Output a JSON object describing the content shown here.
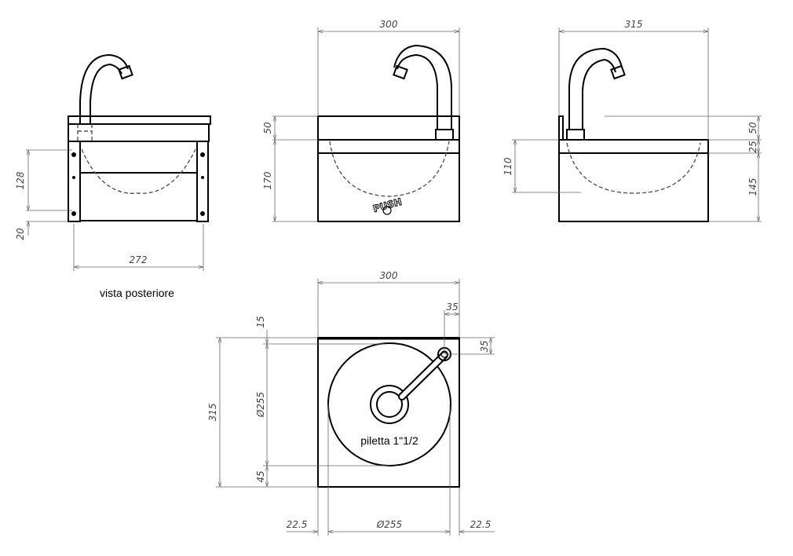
{
  "rear_view": {
    "label": "vista posteriore",
    "dims": {
      "hole_spacing": "128",
      "bottom": "20",
      "width": "272"
    }
  },
  "front_view": {
    "push_text": "PUSH",
    "dims": {
      "width": "300",
      "top": "50",
      "body": "170"
    }
  },
  "side_view": {
    "dims": {
      "depth": "315",
      "left": "110",
      "top": "50",
      "rim": "25",
      "body": "145"
    }
  },
  "top_view": {
    "drain_label": "piletta 1\"1/2",
    "dims": {
      "width": "300",
      "tap_x": "35",
      "tap_y": "35",
      "depth": "315",
      "back": "15",
      "bowl_v": "Ø255",
      "front": "45",
      "left": "22.5",
      "bowl_h": "Ø255",
      "right": "22.5"
    }
  }
}
